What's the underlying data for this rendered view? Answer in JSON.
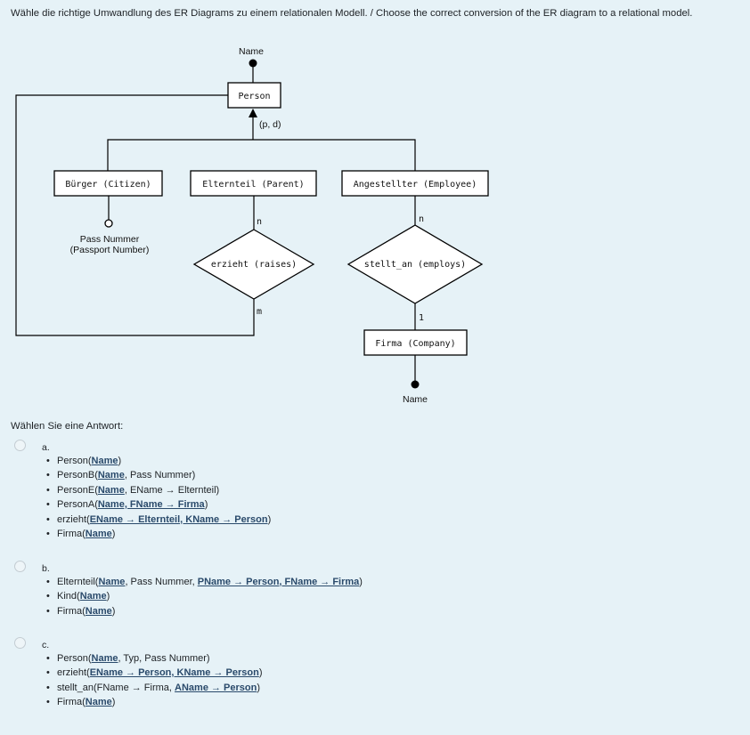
{
  "question": "Wähle die richtige Umwandlung des ER Diagrams zu einem relationalen Modell. / Choose the correct conversion of the ER diagram to a relational model.",
  "diagram": {
    "person_attr": "Name",
    "person": "Person",
    "isa": "(p, d)",
    "citizen": "Bürger (Citizen)",
    "parent": "Elternteil (Parent)",
    "employee": "Angestellter (Employee)",
    "passport_l1": "Pass Nummer",
    "passport_l2": "(Passport Number)",
    "raises": "erzieht (raises)",
    "employs": "stellt_an (employs)",
    "card_raises_top": "n",
    "card_raises_bottom": "m",
    "card_employs_top": "n",
    "card_employs_bottom": "1",
    "company": "Firma (Company)",
    "company_attr": "Name"
  },
  "prompt": "Wählen Sie eine Antwort:",
  "options": [
    {
      "letter": "a.",
      "items": [
        [
          {
            "t": "Person("
          },
          {
            "t": "Name",
            "k": true
          },
          {
            "t": ")"
          }
        ],
        [
          {
            "t": "PersonB("
          },
          {
            "t": "Name",
            "k": true
          },
          {
            "t": ", Pass Nummer)"
          }
        ],
        [
          {
            "t": "PersonE("
          },
          {
            "t": "Name",
            "k": true
          },
          {
            "t": ", EName → Elternteil)"
          }
        ],
        [
          {
            "t": "PersonA("
          },
          {
            "t": "Name, FName → Firma",
            "k": true
          },
          {
            "t": ")"
          }
        ],
        [
          {
            "t": "erzieht("
          },
          {
            "t": "EName → Elternteil, KName → Person",
            "k": true
          },
          {
            "t": ")"
          }
        ],
        [
          {
            "t": "Firma("
          },
          {
            "t": "Name",
            "k": true
          },
          {
            "t": ")"
          }
        ]
      ]
    },
    {
      "letter": "b.",
      "items": [
        [
          {
            "t": "Elternteil("
          },
          {
            "t": "Name",
            "k": true
          },
          {
            "t": ", Pass Nummer, "
          },
          {
            "t": "PName → Person, FName → Firma",
            "k": true
          },
          {
            "t": ")"
          }
        ],
        [
          {
            "t": "Kind("
          },
          {
            "t": "Name",
            "k": true
          },
          {
            "t": ")"
          }
        ],
        [
          {
            "t": "Firma("
          },
          {
            "t": "Name",
            "k": true
          },
          {
            "t": ")"
          }
        ]
      ]
    },
    {
      "letter": "c.",
      "items": [
        [
          {
            "t": "Person("
          },
          {
            "t": "Name",
            "k": true
          },
          {
            "t": ", Typ, Pass Nummer)"
          }
        ],
        [
          {
            "t": "erzieht("
          },
          {
            "t": "EName → Person, KName → Person",
            "k": true
          },
          {
            "t": ")"
          }
        ],
        [
          {
            "t": "stellt_an(FName → Firma, "
          },
          {
            "t": "AName → Person",
            "k": true
          },
          {
            "t": ")"
          }
        ],
        [
          {
            "t": "Firma("
          },
          {
            "t": "Name",
            "k": true
          },
          {
            "t": ")"
          }
        ]
      ]
    }
  ]
}
